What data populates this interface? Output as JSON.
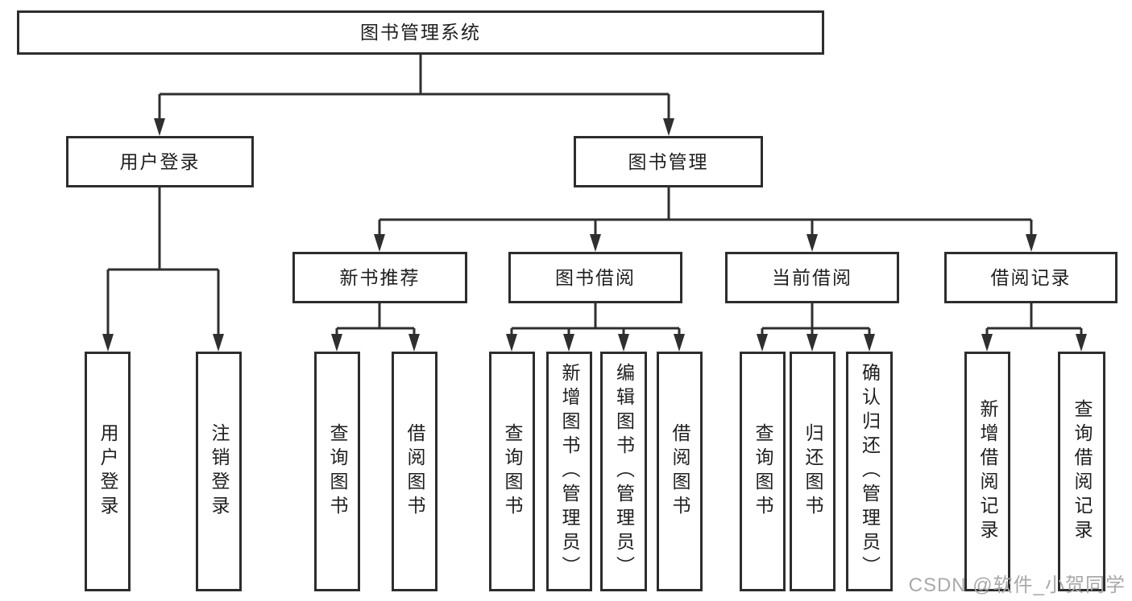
{
  "colors": {
    "line": "#2f2f2f",
    "border": "#2d2d2d",
    "text": "#1f1f1f",
    "watermark": "#a9a9a9",
    "background": "#ffffff"
  },
  "diagram": {
    "type": "hierarchy-tree",
    "title": "图书管理系统",
    "level2": [
      {
        "label": "用户登录"
      },
      {
        "label": "图书管理"
      }
    ],
    "level3": [
      {
        "label": "新书推荐",
        "parent": "图书管理"
      },
      {
        "label": "图书借阅",
        "parent": "图书管理"
      },
      {
        "label": "当前借阅",
        "parent": "图书管理"
      },
      {
        "label": "借阅记录",
        "parent": "图书管理"
      }
    ],
    "leaves": [
      {
        "label": "用户登录",
        "parent": "用户登录"
      },
      {
        "label": "注销登录",
        "parent": "用户登录"
      },
      {
        "label": "查询图书",
        "parent": "新书推荐"
      },
      {
        "label": "借阅图书",
        "parent": "新书推荐"
      },
      {
        "label": "查询图书",
        "parent": "图书借阅"
      },
      {
        "label": "新增图书（管理员）",
        "parent": "图书借阅"
      },
      {
        "label": "编辑图书（管理员）",
        "parent": "图书借阅"
      },
      {
        "label": "借阅图书",
        "parent": "图书借阅"
      },
      {
        "label": "查询图书",
        "parent": "当前借阅"
      },
      {
        "label": "归还图书",
        "parent": "当前借阅"
      },
      {
        "label": "确认归还（管理员）",
        "parent": "当前借阅"
      },
      {
        "label": "新增借阅记录",
        "parent": "借阅记录"
      },
      {
        "label": "查询借阅记录",
        "parent": "借阅记录"
      }
    ]
  },
  "watermark": "CSDN @软件_小贺同学"
}
